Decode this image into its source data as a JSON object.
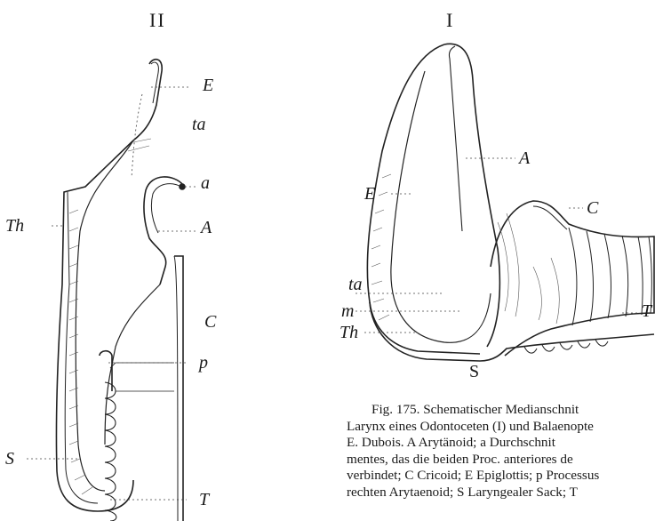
{
  "figure_II": {
    "numeral": "II",
    "labels": {
      "E": "E",
      "ta": "ta",
      "a": "a",
      "A": "A",
      "Th": "Th",
      "C": "C",
      "p": "p",
      "S": "S",
      "T": "T"
    }
  },
  "figure_I": {
    "numeral": "I",
    "labels": {
      "A": "A",
      "E": "E",
      "C": "C",
      "ta": "ta",
      "m": "m",
      "Th": "Th",
      "S": "S",
      "T": "T"
    }
  },
  "caption": {
    "lines": [
      "Fig. 175.  Schematischer Medianschnit",
      "Larynx eines Odontoceten (I) und Balaenopte",
      "E. Dubois.   A Arytänoid;  a Durchschnit",
      "mentes, das die beiden Proc. anteriores de",
      "verbindet; C Cricoid; E Epiglottis; p Processus",
      "rechten Arytaenoid;  S Laryngealer Sack;  T"
    ]
  }
}
